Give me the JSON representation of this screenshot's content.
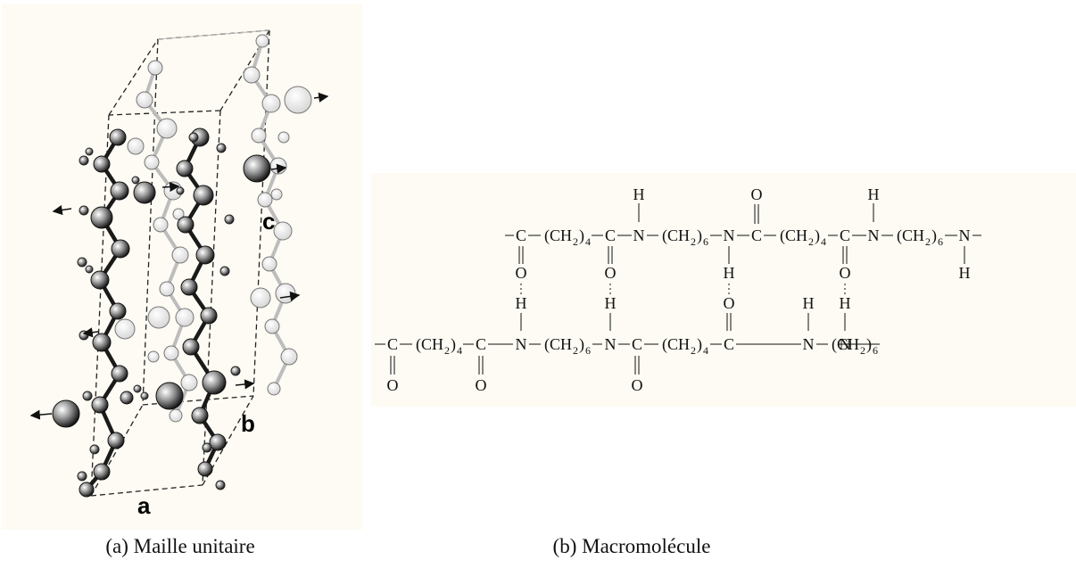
{
  "panel_a": {
    "caption": "(a)  Maille unitaire",
    "axis_labels": {
      "a": "a",
      "b": "b",
      "c": "c"
    }
  },
  "panel_b": {
    "caption": "(b)  Macromolécule",
    "atoms": {
      "H": "H",
      "O": "O",
      "N": "N",
      "C": "C"
    },
    "groups": {
      "ch2": "(CH",
      "ch2_close": ")",
      "two": "2",
      "four": "4",
      "six": "6"
    }
  }
}
